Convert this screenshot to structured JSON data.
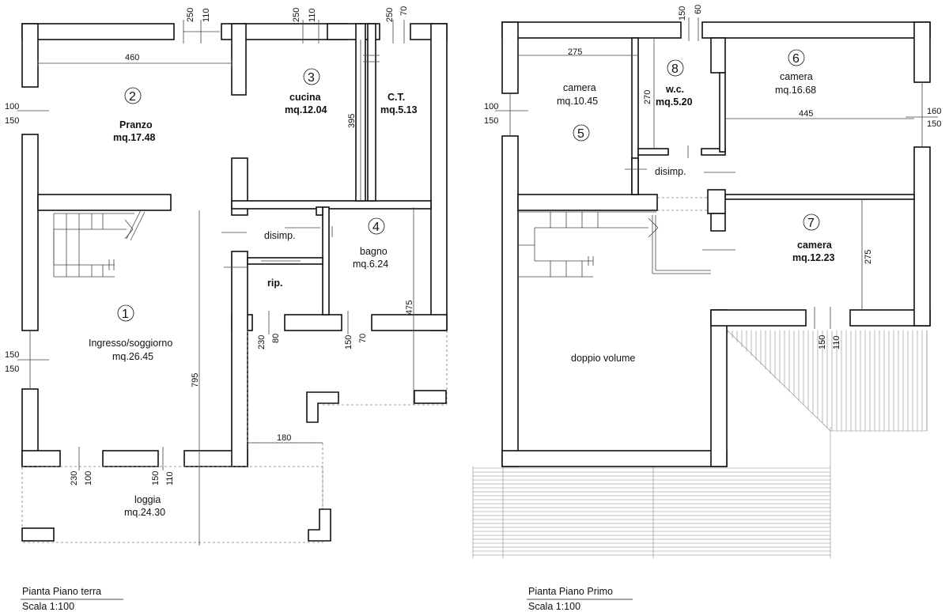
{
  "ground_floor": {
    "title": "Pianta Piano terra",
    "scale": "Scala 1:100",
    "rooms": {
      "pranzo": {
        "num": "2",
        "name": "Pranzo",
        "area": "mq.17.48"
      },
      "cucina": {
        "num": "3",
        "name": "cucina",
        "area": "mq.12.04"
      },
      "ct": {
        "name": "C.T.",
        "area": "mq.5.13"
      },
      "disimp": {
        "name": "disimp."
      },
      "bagno": {
        "num": "4",
        "name": "bagno",
        "area": "mq.6.24"
      },
      "rip": {
        "name": "rip."
      },
      "ingresso": {
        "num": "1",
        "name": "Ingresso/soggiorno",
        "area": "mq.26.45"
      },
      "loggia": {
        "name": "loggia",
        "area": "mq.24.30"
      }
    },
    "dims": {
      "top_a1": "250",
      "top_a2": "110",
      "top_b1": "250",
      "top_b2": "110",
      "top_c1": "250",
      "top_c2": "70",
      "w460": "460",
      "left_a1": "100",
      "left_a2": "150",
      "left_b1": "150",
      "left_b2": "150",
      "h395": "395",
      "mid_a1": "230",
      "mid_a2": "80",
      "mid_b1": "150",
      "mid_b2": "70",
      "h475": "475",
      "h795": "795",
      "w180": "180",
      "bot_a1": "230",
      "bot_a2": "100",
      "bot_b1": "150",
      "bot_b2": "110"
    }
  },
  "first_floor": {
    "title": "Pianta Piano Primo",
    "scale": "Scala 1:100",
    "rooms": {
      "camera5": {
        "num": "5",
        "name": "camera",
        "area": "mq.10.45"
      },
      "wc": {
        "num": "8",
        "name": "w.c.",
        "area": "mq.5.20"
      },
      "camera6": {
        "num": "6",
        "name": "camera",
        "area": "mq.16.68"
      },
      "disimp": {
        "name": "disimp."
      },
      "camera7": {
        "num": "7",
        "name": "camera",
        "area": "mq.12.23"
      },
      "doppio": {
        "name": "doppio volume"
      }
    },
    "dims": {
      "top1": "150",
      "top2": "60",
      "w275": "275",
      "h270": "270",
      "w445": "445",
      "left1": "100",
      "left2": "150",
      "right1": "160",
      "right2": "150",
      "h275": "275",
      "bot1": "150",
      "bot2": "110"
    }
  }
}
